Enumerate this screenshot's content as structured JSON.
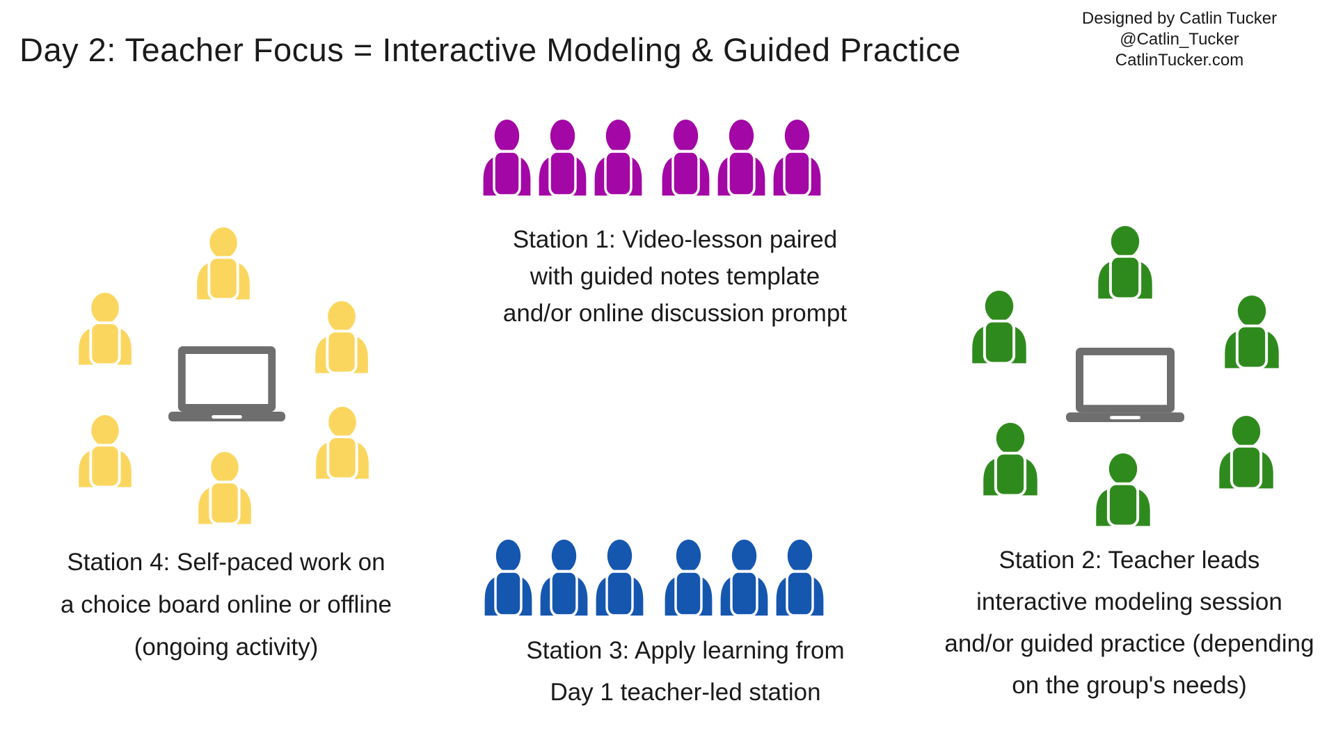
{
  "title": "Day 2: Teacher Focus = Interactive Modeling & Guided Practice",
  "attribution": {
    "lines": [
      "Designed by Catlin Tucker",
      "@Catlin_Tucker",
      "CatlinTucker.com"
    ]
  },
  "colors": {
    "background": "#FFFFFF",
    "text": "#1A1A1A",
    "station1_purple": "#A307A5",
    "station2_green": "#2F8A1D",
    "station3_blue": "#1556AF",
    "station4_yellow": "#FBD65F",
    "laptop_gray": "#6E6E6E"
  },
  "stations": [
    {
      "id": "station1",
      "name": "Station 1",
      "people_count": 6,
      "people_color": "#A307A5",
      "has_laptop": false,
      "arrangement": "row",
      "label_lines": [
        "Station 1: Video-lesson paired",
        "with guided notes template",
        "and/or online discussion prompt"
      ]
    },
    {
      "id": "station2",
      "name": "Station 2",
      "people_count": 6,
      "people_color": "#2F8A1D",
      "has_laptop": true,
      "arrangement": "circle-around-laptop",
      "label_lines": [
        "Station 2: Teacher leads",
        "interactive modeling session",
        "and/or guided practice (depending",
        "on the group's needs)"
      ]
    },
    {
      "id": "station3",
      "name": "Station 3",
      "people_count": 6,
      "people_color": "#1556AF",
      "has_laptop": false,
      "arrangement": "row",
      "label_lines": [
        "Station 3: Apply learning from",
        "Day 1 teacher-led station"
      ]
    },
    {
      "id": "station4",
      "name": "Station 4",
      "people_count": 6,
      "people_color": "#FBD65F",
      "has_laptop": true,
      "arrangement": "circle-around-laptop",
      "label_lines": [
        "Station 4: Self-paced work on",
        "a choice board online or offline",
        "(ongoing activity)"
      ]
    }
  ],
  "icons": {
    "person": "person-icon",
    "laptop": "laptop-icon"
  }
}
